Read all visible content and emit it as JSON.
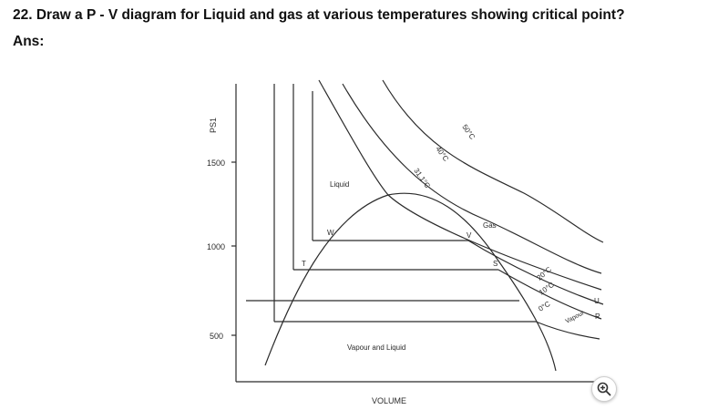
{
  "question": "22. Draw a P - V diagram for Liquid and gas at various temperatures showing critical point?",
  "answer_label": "Ans:",
  "diagram": {
    "y_axis_label": "PS1",
    "x_axis_label": "VOLUME",
    "y_ticks": [
      "1500",
      "1000",
      "500"
    ],
    "isotherm_labels": [
      "50°C",
      "40°C",
      "31.1°C",
      "20°C",
      "10°C",
      "0°C"
    ],
    "region_labels": {
      "liquid": "Liquid",
      "gas": "Gas",
      "vapour_liquid": "Vapour and Liquid",
      "vapour": "Vapour"
    },
    "point_labels": [
      "W",
      "V",
      "T",
      "S",
      "U",
      "R"
    ]
  },
  "zoom_icon": "zoom-in-icon"
}
